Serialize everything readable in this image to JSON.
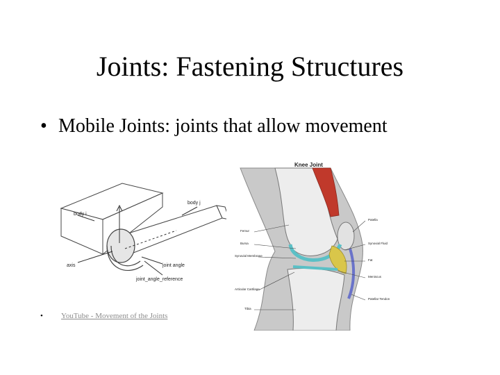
{
  "slide": {
    "title": "Joints: Fastening Structures",
    "bullet": {
      "marker": "•",
      "text": "Mobile Joints: joints that allow movement"
    },
    "link_bullet": {
      "marker": "•",
      "text": "YouTube - Movement of the Joints"
    }
  },
  "figure_joint_diagram": {
    "labels": {
      "body_i": "body i",
      "body_j": "body j",
      "axis": "axis",
      "joint_angle": "joint angle",
      "joint_angle_reference": "joint_angle_reference"
    }
  },
  "figure_knee": {
    "title": "Knee Joint",
    "labels": {
      "femur": "Femur",
      "bursa": "Bursa",
      "synovial_membrane": "Synovial Membrane",
      "articular_cartilage": "Articular Cartilage",
      "tibia": "Tibia",
      "patella": "Patella",
      "synovial_fluid": "Synovial Fluid",
      "fat": "Fat",
      "meniscus": "Meniscus",
      "patellar_tendon": "Patellar Tendon"
    }
  },
  "colors": {
    "link": "#8c8c8c",
    "bone_gray": "#a9a9a9",
    "muscle_red": "#c0392b",
    "cartilage_teal": "#5bc0c6",
    "fat_yellow": "#d9c64a",
    "ligament_blue": "#6a73c9"
  }
}
